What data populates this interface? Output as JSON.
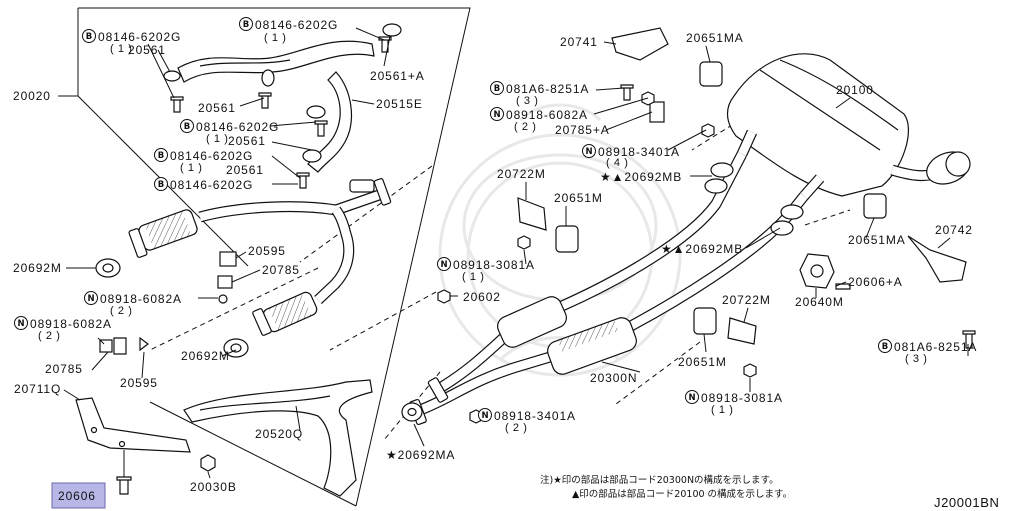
{
  "diagram_code": "J20001BN",
  "highlight_color": "#b8b6e6",
  "notes": [
    "注)★印の部品は部品コード20300Nの構成を示します。",
    "▲印の部品は部品コード20100 の構成を示します。"
  ],
  "callouts": {
    "c01": {
      "part": "20020"
    },
    "c02": {
      "marker": "B",
      "part": "08146-6202G",
      "qty": "( 1 )"
    },
    "c03": {
      "part": "20561"
    },
    "c04": {
      "marker": "B",
      "part": "08146-6202G",
      "qty": "( 1 )"
    },
    "c05": {
      "part": "20561+A"
    },
    "c06": {
      "part": "20561"
    },
    "c07": {
      "part": "20515E"
    },
    "c08": {
      "marker": "B",
      "part": "08146-6202G",
      "qty": "( 1 )"
    },
    "c09": {
      "part": "20561"
    },
    "c10": {
      "marker": "B",
      "part": "08146-6202G",
      "qty": "( 1 )"
    },
    "c11": {
      "part": "20561"
    },
    "c12": {
      "marker": "B",
      "part": "08146-6202G"
    },
    "c13": {
      "part": "20595"
    },
    "c14": {
      "part": "20785"
    },
    "c15": {
      "part": "20692M"
    },
    "c16": {
      "marker": "N",
      "part": "08918-6082A",
      "qty": "( 2 )"
    },
    "c17": {
      "part": "20602"
    },
    "c18": {
      "marker": "N",
      "part": "08918-6082A",
      "qty": "( 2 )"
    },
    "c19": {
      "part": "20692M"
    },
    "c20": {
      "part": "20785"
    },
    "c21": {
      "part": "20595"
    },
    "c22": {
      "part": "20711Q"
    },
    "c23": {
      "part": "20520Q"
    },
    "c24": {
      "part": "20030B"
    },
    "c25": {
      "part": "20606"
    },
    "c26": {
      "part": "20741"
    },
    "c27": {
      "part": "20651MA"
    },
    "c28": {
      "marker": "B",
      "part": "081A6-8251A",
      "qty": "( 3 )"
    },
    "c29": {
      "part": "20100"
    },
    "c30": {
      "marker": "N",
      "part": "08918-6082A",
      "qty": "( 2 )"
    },
    "c31": {
      "part": "20785+A"
    },
    "c32": {
      "marker": "N",
      "part": "08918-3401A",
      "qty": "( 4 )"
    },
    "c33": {
      "part": "★▲20692MB"
    },
    "c34": {
      "part": "20722M"
    },
    "c35": {
      "part": "20651M"
    },
    "c36": {
      "part": "★▲20692MB"
    },
    "c37": {
      "part": "20651MA"
    },
    "c38": {
      "part": "20742"
    },
    "c39": {
      "marker": "N",
      "part": "08918-3081A",
      "qty": "( 1 )"
    },
    "c40": {
      "part": "20606+A"
    },
    "c41": {
      "part": "20640M"
    },
    "c42": {
      "part": "20722M"
    },
    "c43": {
      "part": "20651M"
    },
    "c44": {
      "marker": "B",
      "part": "081A6-8251A",
      "qty": "( 3 )"
    },
    "c45": {
      "part": "20300N"
    },
    "c46": {
      "marker": "N",
      "part": "08918-3081A",
      "qty": "( 1 )"
    },
    "c47": {
      "marker": "N",
      "part": "08918-3401A",
      "qty": "( 2 )"
    },
    "c48": {
      "part": "★20692MA"
    }
  }
}
